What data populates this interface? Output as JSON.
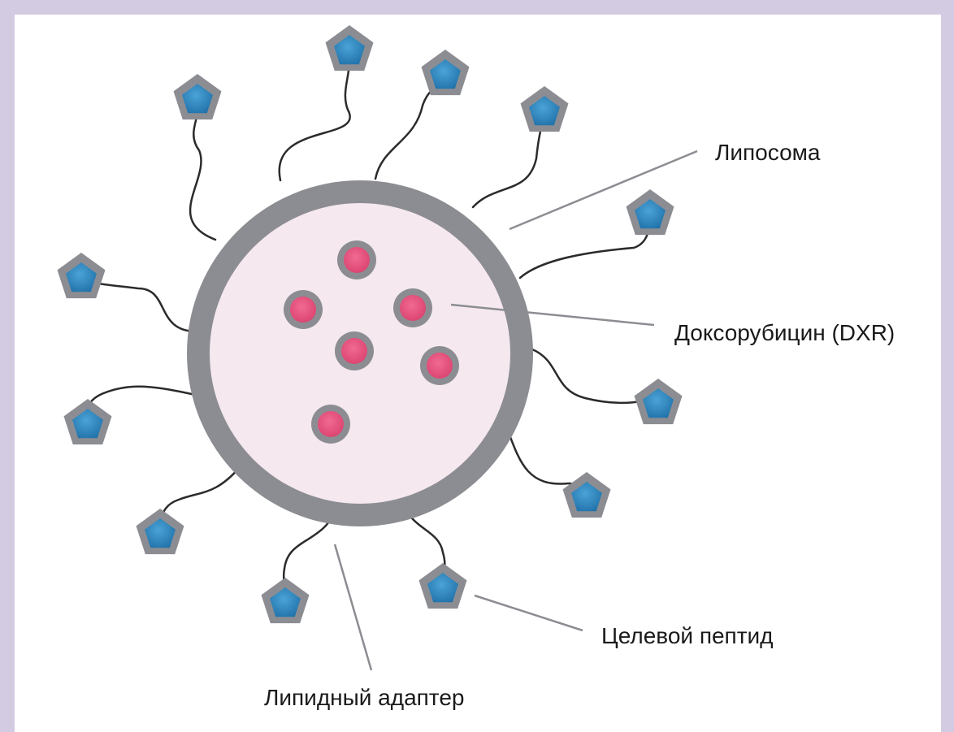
{
  "labels": {
    "liposome": "Липосома",
    "drug": "Доксорубицин (DXR)",
    "peptide": "Целевой пептид",
    "adapter": "Липидный адаптер"
  },
  "colors": {
    "frame_background": "#d3cbe2",
    "liposome_shell": "#8c8d92",
    "liposome_core": "#f5e8ef",
    "drug_core": "#e5557f",
    "drug_ring": "#8c8d92",
    "peptide_fill": "#2f86bd",
    "peptide_border": "#8c8d92",
    "tether": "#2b2b2b",
    "leader_line": "#8c8d92"
  }
}
